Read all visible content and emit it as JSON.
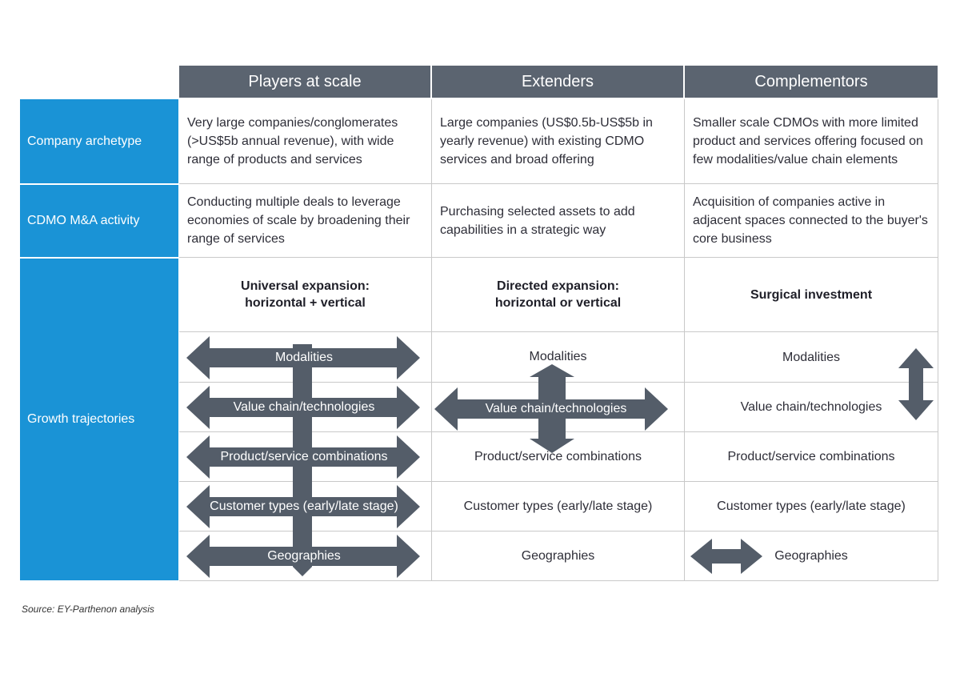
{
  "headers": [
    "Players at scale",
    "Extenders",
    "Complementors"
  ],
  "rows": {
    "archetype": {
      "label": "Company archetype",
      "cells": [
        "Very large companies/conglomerates (>US$5b annual revenue), with wide  range of products and services",
        "Large companies (US$0.5b-US$5b in yearly revenue) with existing CDMO services and broad offering",
        "Smaller scale CDMOs with more limited product and services offering focused on few modalities/value chain elements"
      ]
    },
    "ma": {
      "label": "CDMO M&A activity",
      "cells": [
        "Conducting multiple deals to leverage economies of scale by broadening their range of services",
        "Purchasing selected assets to add capabilities in a strategic way",
        "Acquisition of companies active in adjacent spaces connected to the buyer's core business"
      ]
    },
    "growth": {
      "label": "Growth trajectories",
      "strategies": [
        "Universal expansion:\nhorizontal + vertical",
        "Directed expansion:\nhorizontal or vertical",
        "Surgical investment"
      ],
      "dimensions": [
        "Modalities",
        "Value chain/technologies",
        "Product/service combinations",
        "Customer types (early/late stage)",
        "Geographies"
      ]
    }
  },
  "source": "Source: EY-Parthenon analysis",
  "colors": {
    "header": "#5b6470",
    "side": "#1a93d6",
    "arrow": "#545d69"
  }
}
